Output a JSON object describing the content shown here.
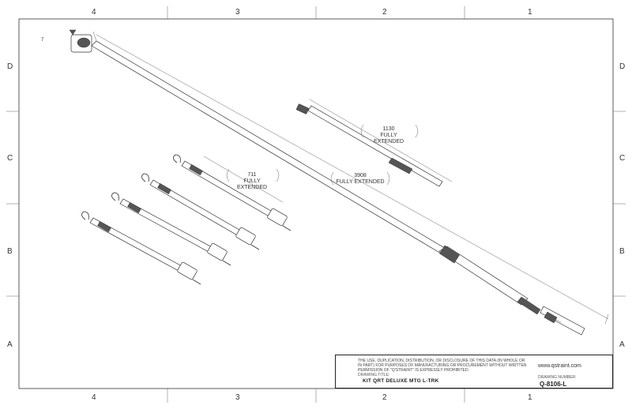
{
  "sheet": {
    "zones_top": [
      "4",
      "3",
      "2",
      "1"
    ],
    "zones_bottom": [
      "4",
      "3",
      "2",
      "1"
    ],
    "zones_left": [
      "D",
      "C",
      "B",
      "A"
    ],
    "zones_right": [
      "D",
      "C",
      "B",
      "A"
    ],
    "corner_mark": "7"
  },
  "dimensions": [
    {
      "value": "1130",
      "note": "FULLY EXTENDED"
    },
    {
      "value": "711",
      "note": "FULLY EXTENDED"
    },
    {
      "value": "3908",
      "note": "FULLY EXTENDED"
    }
  ],
  "title_block": {
    "notice": "THE USE, DUPLICATION, DISTRIBUTION, OR DISCLOSURE OF THIS DATA (IN WHOLE OR IN PART) FOR PURPOSES OF MANUFACTURING OR PROCUREMENT WITHOUT WRITTEN PERMISSION OF \"Q'STRAINT\" IS EXPRESSLY PROHIBITED.",
    "drawing_title_label": "DRAWING TITLE:",
    "drawing_title": "KIT QRT DELUXE MTG L-TRK",
    "website": "www.qstraint.com",
    "drawing_number_label": "DRAWING NUMBER:",
    "drawing_number": "Q-8106-L"
  }
}
